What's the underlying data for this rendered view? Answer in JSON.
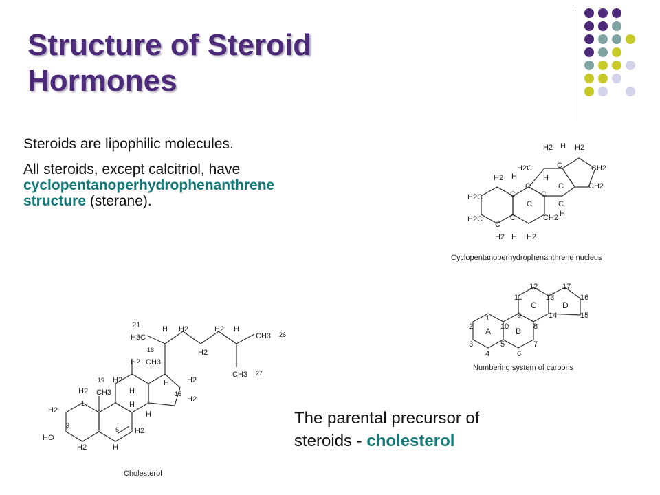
{
  "slide": {
    "title_line1": "Structure of Steroid",
    "title_line2": "Hormones"
  },
  "bullets": {
    "b1": "Steroids are lipophilic molecules.",
    "b2_pre": "All steroids, except calcitriol, have",
    "b2_term1": "cyclopentanoperhydrophenanthrene",
    "b2_term2": "structure",
    "b2_post": " (sterane)."
  },
  "figures": {
    "nucleus": {
      "caption": "Cyclopentanoperhydrophenanthrene nucleus",
      "labels": [
        "H2",
        "H",
        "H2",
        "H2C",
        "C",
        "CH2",
        "H2",
        "H",
        "H",
        "C",
        "C",
        "C",
        "C",
        "CH2",
        "H2C",
        "C",
        "C",
        "H",
        "H",
        "H2C",
        "C",
        "C",
        "CH2",
        "H2",
        "H",
        "H2"
      ]
    },
    "numbering": {
      "caption": "Numbering system of carbons",
      "rings": [
        "A",
        "B",
        "C",
        "D"
      ],
      "numbers": [
        "1",
        "2",
        "3",
        "4",
        "5",
        "6",
        "7",
        "8",
        "9",
        "10",
        "11",
        "12",
        "13",
        "14",
        "15",
        "16",
        "17"
      ]
    },
    "cholesterol": {
      "caption": "Cholesterol",
      "labels": [
        "21",
        "H3C",
        "H",
        "H2",
        "H2",
        "H",
        "CH3",
        "26",
        "18",
        "H2",
        "H2",
        "CH3",
        "CH3",
        "27",
        "19",
        "H2",
        "H",
        "H2",
        "CH3",
        "H2",
        "H",
        "15",
        "H2",
        "H2",
        "1",
        "H",
        "H",
        "3",
        "HO",
        "6",
        "H2",
        "H2",
        "H"
      ]
    }
  },
  "caption": {
    "line1": "The parental precursor of",
    "line2_pre": "steroids - ",
    "line2_term": "cholesterol"
  },
  "colors": {
    "title": "#4d2b7a",
    "accent": "#127a78",
    "dot_purple": "#4d2b7a",
    "dot_teal": "#7fa3a3",
    "dot_olive": "#c7c928",
    "dot_lavender": "#d2d2e8"
  },
  "decor": {
    "dot_grid": [
      [
        "purple",
        "purple",
        "purple",
        "none"
      ],
      [
        "purple",
        "purple",
        "teal",
        "none"
      ],
      [
        "purple",
        "teal",
        "teal",
        "olive"
      ],
      [
        "purple",
        "teal",
        "olive",
        "none"
      ],
      [
        "teal",
        "olive",
        "olive",
        "lavender"
      ],
      [
        "olive",
        "olive",
        "lavender",
        "none"
      ],
      [
        "olive",
        "lavender",
        "none",
        "lavender"
      ]
    ]
  }
}
